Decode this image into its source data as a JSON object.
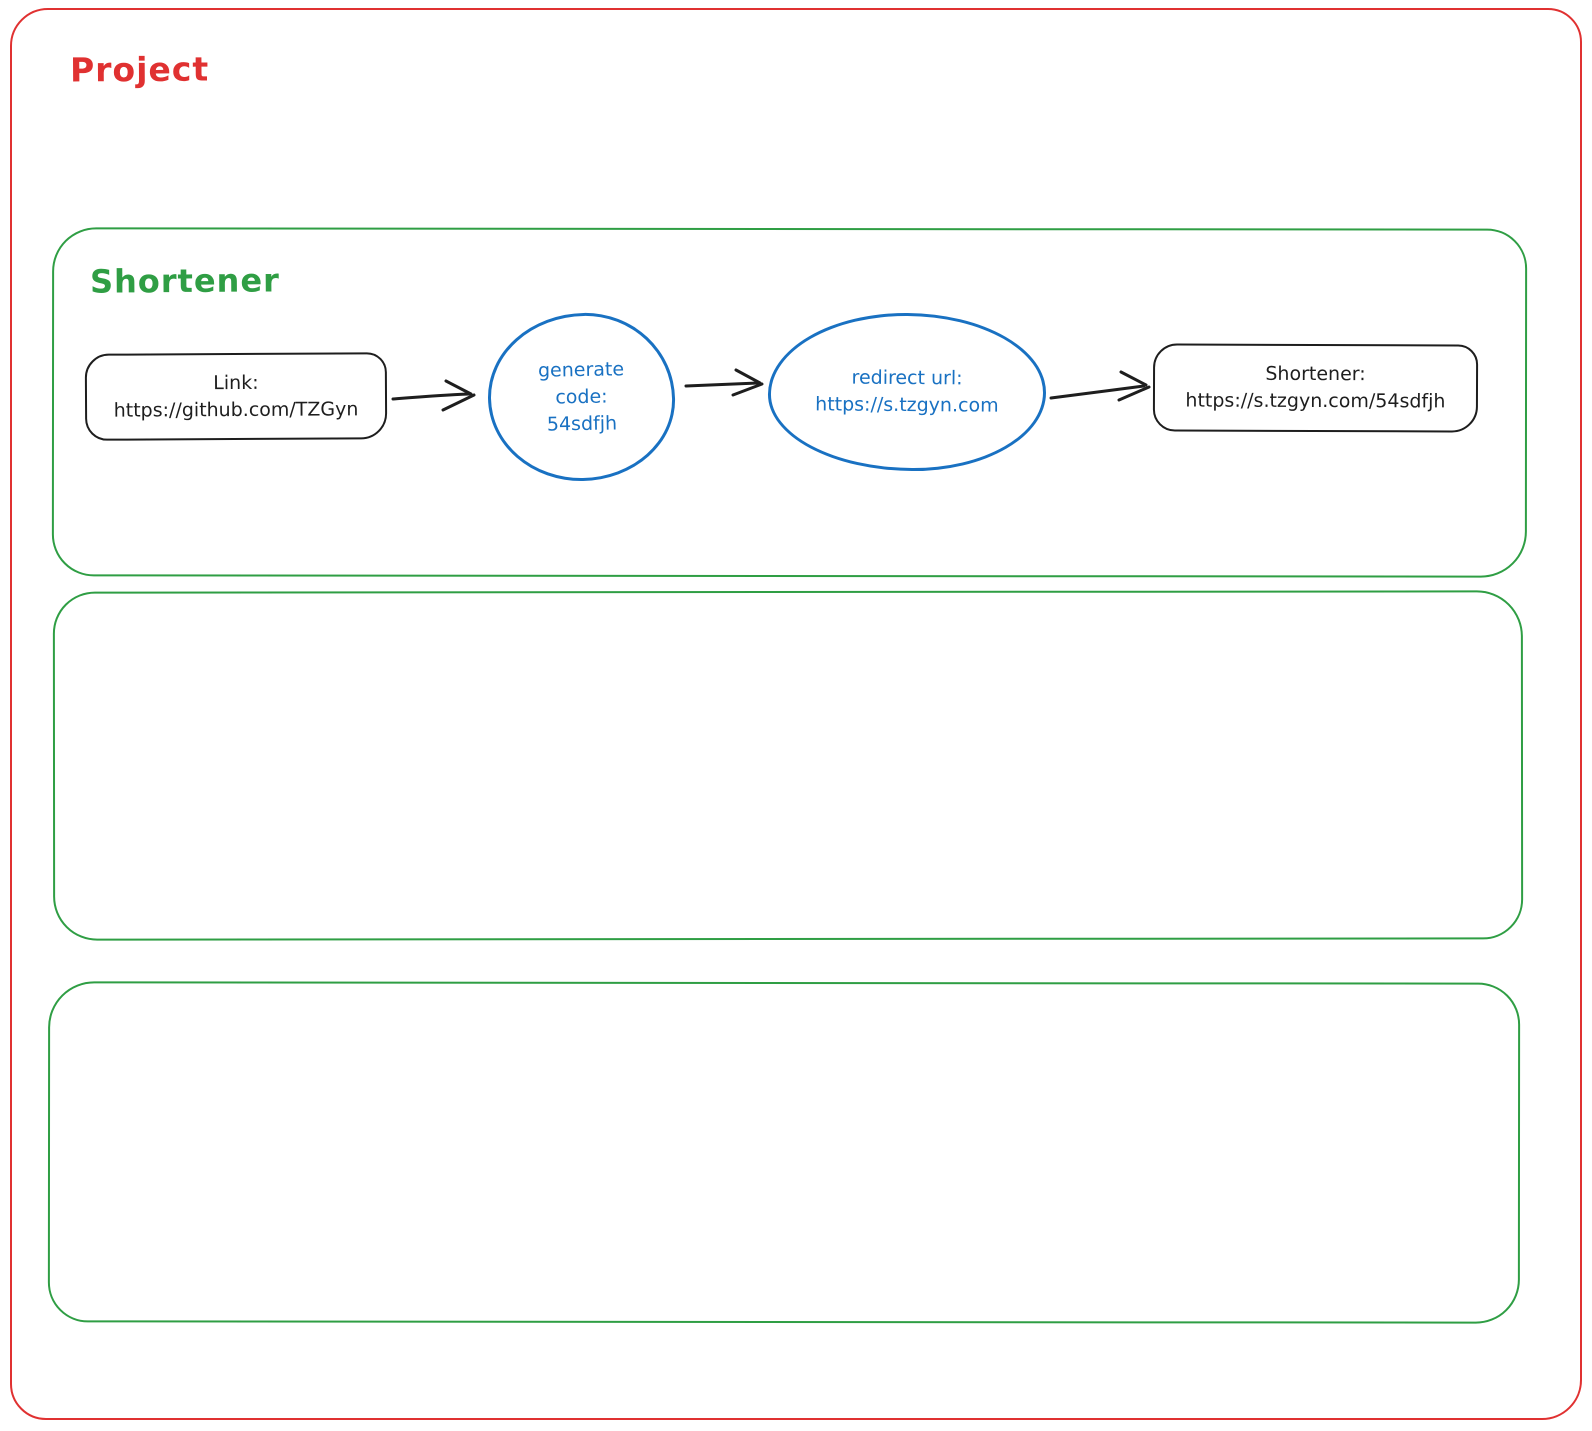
{
  "canvas": {
    "app": "whiteboard-diagram",
    "colors": {
      "red": "#e03131",
      "green": "#2f9e44",
      "blue": "#1971c2",
      "ink": "#1e1e1e"
    }
  },
  "project_frame": {
    "title": "Project"
  },
  "shortener_frame": {
    "title": "Shortener",
    "nodes": {
      "link": {
        "lines": [
          "Link:",
          "https://github.com/TZGyn"
        ]
      },
      "generate": {
        "lines": [
          "generate",
          "code:",
          "54sdfjh"
        ]
      },
      "redirect": {
        "lines": [
          "redirect url:",
          "https://s.tzgyn.com"
        ]
      },
      "result": {
        "lines": [
          "Shortener:",
          "https://s.tzgyn.com/54sdfjh"
        ]
      }
    }
  }
}
